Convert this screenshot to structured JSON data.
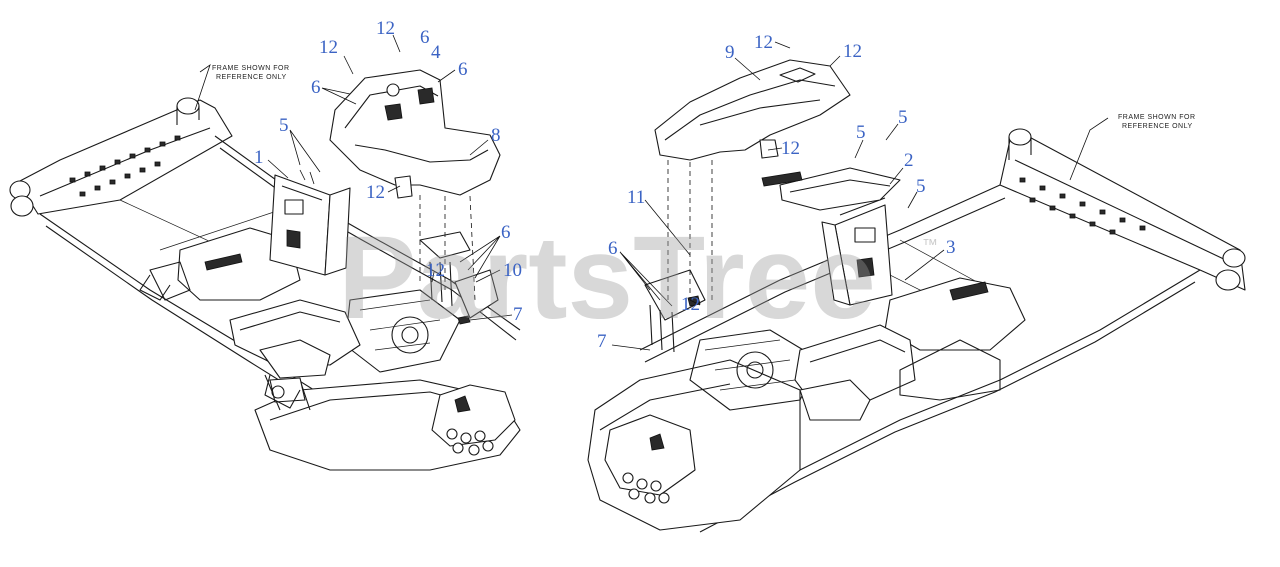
{
  "watermark": {
    "text": "PartsTree",
    "trademark": "™"
  },
  "notes": [
    {
      "id": "left-note",
      "line1": "FRAME SHOWN FOR",
      "line2": "REFERENCE ONLY"
    },
    {
      "id": "right-note",
      "line1": "FRAME SHOWN FOR",
      "line2": "REFERENCE ONLY"
    }
  ],
  "callouts": {
    "left": [
      {
        "id": "l-12a",
        "text": "12"
      },
      {
        "id": "l-12b",
        "text": "12"
      },
      {
        "id": "l-6a",
        "text": "6"
      },
      {
        "id": "l-4",
        "text": "4"
      },
      {
        "id": "l-6b",
        "text": "6"
      },
      {
        "id": "l-6c",
        "text": "6"
      },
      {
        "id": "l-5",
        "text": "5"
      },
      {
        "id": "l-8",
        "text": "8"
      },
      {
        "id": "l-1",
        "text": "1"
      },
      {
        "id": "l-12c",
        "text": "12"
      },
      {
        "id": "l-6d",
        "text": "6"
      },
      {
        "id": "l-12d",
        "text": "12"
      },
      {
        "id": "l-10",
        "text": "10"
      },
      {
        "id": "l-7",
        "text": "7"
      }
    ],
    "right": [
      {
        "id": "r-12a",
        "text": "12"
      },
      {
        "id": "r-12b",
        "text": "12"
      },
      {
        "id": "r-9",
        "text": "9"
      },
      {
        "id": "r-5a",
        "text": "5"
      },
      {
        "id": "r-5b",
        "text": "5"
      },
      {
        "id": "r-12c",
        "text": "12"
      },
      {
        "id": "r-2",
        "text": "2"
      },
      {
        "id": "r-5c",
        "text": "5"
      },
      {
        "id": "r-11",
        "text": "11"
      },
      {
        "id": "r-3",
        "text": "3"
      },
      {
        "id": "r-6",
        "text": "6"
      },
      {
        "id": "r-12d",
        "text": "12"
      },
      {
        "id": "r-7",
        "text": "7"
      }
    ]
  }
}
